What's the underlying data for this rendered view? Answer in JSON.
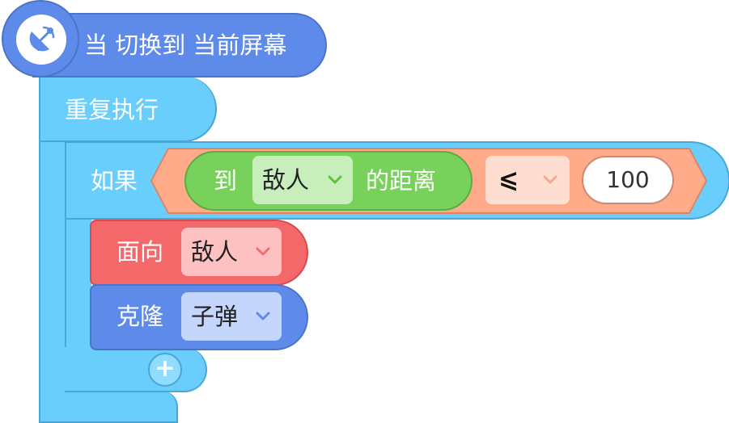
{
  "hat_block": {
    "label": "当 切换到 当前屏幕",
    "icon": "satellite-dish-icon",
    "color": "#5e8bea"
  },
  "forever_block": {
    "label": "重复执行",
    "color": "#69cefc"
  },
  "if_block": {
    "label": "如果",
    "condition": {
      "color": "#ffaa88",
      "distance_reporter": {
        "prefix": "到",
        "target": "敌人",
        "suffix": "的距离",
        "color": "#77d15a"
      },
      "operator": "⩽",
      "value": "100"
    }
  },
  "face_block": {
    "label": "面向",
    "target": "敌人",
    "color": "#f5686a"
  },
  "clone_block": {
    "label": "克隆",
    "target": "子弹",
    "color": "#5e8bea"
  },
  "add_button": {
    "label": "+"
  }
}
